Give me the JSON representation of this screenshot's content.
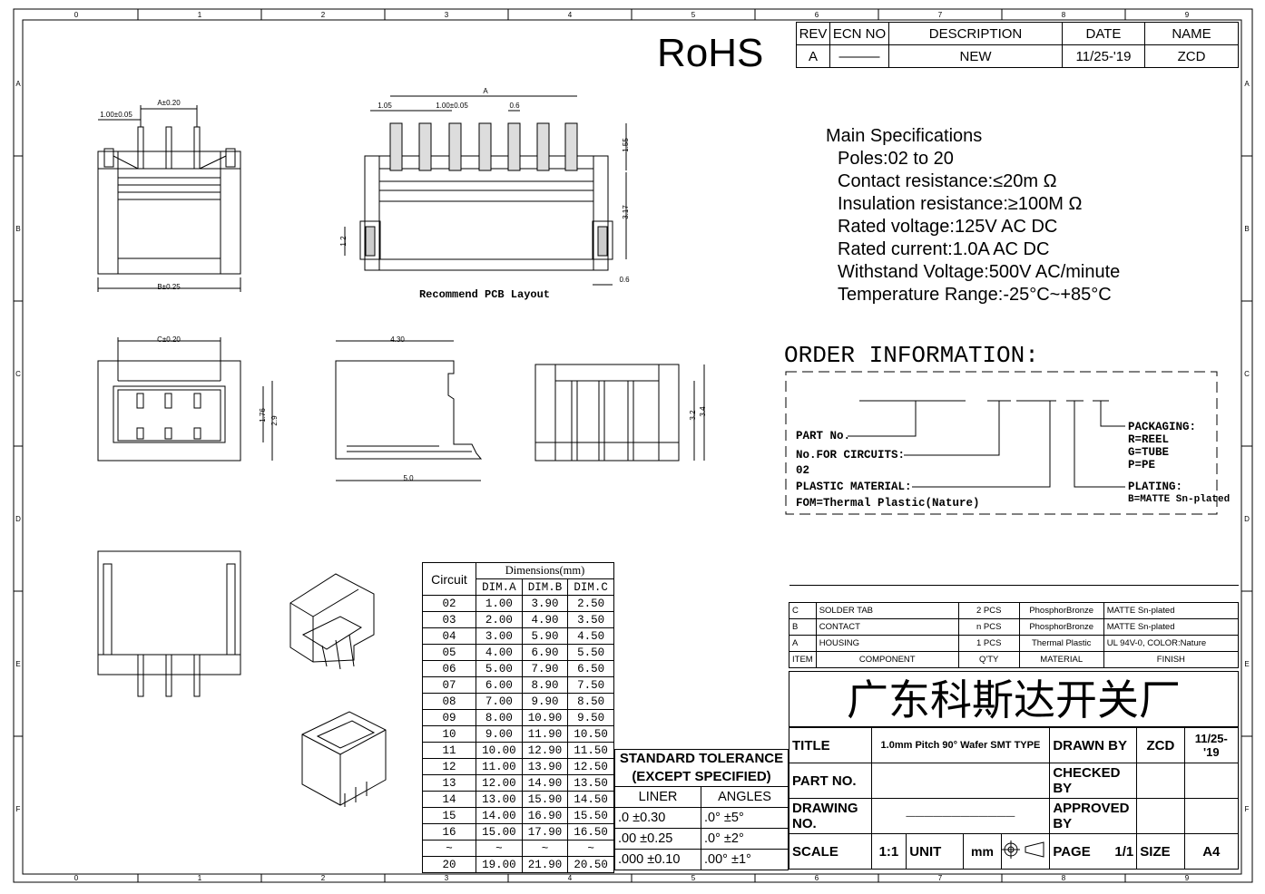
{
  "border": {
    "columns": [
      "0",
      "1",
      "2",
      "3",
      "4",
      "5",
      "6",
      "7",
      "8",
      "9"
    ],
    "rows": [
      "A",
      "B",
      "C",
      "D",
      "E",
      "F"
    ]
  },
  "rohs": "RoHS",
  "revision": {
    "headers": [
      "REV",
      "ECN NO",
      "DESCRIPTION",
      "DATE",
      "NAME"
    ],
    "row": [
      "A",
      "———",
      "NEW",
      "11/25-'19",
      "ZCD"
    ]
  },
  "specs": {
    "title": "Main Specifications",
    "items": [
      "Poles:02 to 20",
      "Contact resistance:≤20m Ω",
      "Insulation resistance:≥100M Ω",
      "Rated voltage:125V AC DC",
      "Rated current:1.0A AC DC",
      "Withstand Voltage:500V AC/minute",
      "Temperature Range:-25°C~+85°C"
    ]
  },
  "order": {
    "title": "ORDER INFORMATION:",
    "part_no": "PART No.",
    "circuits": "No.FOR CIRCUITS:",
    "circuits_val": "02",
    "material": "PLASTIC MATERIAL:",
    "material_val": "FOM=Thermal Plastic(Nature)",
    "packaging": "PACKAGING:",
    "pack_r": "R=REEL",
    "pack_g": "G=TUBE",
    "pack_p": "P=PE",
    "plating": "PLATING:",
    "plating_val": "B=MATTE Sn-plated"
  },
  "drawing_labels": {
    "top_a": "A±0.20",
    "top_pitch": "1.00±0.05",
    "top_b": "B±0.25",
    "pcb_a": "A",
    "pcb_105": "1.05",
    "pcb_pitch": "1.00±0.05",
    "pcb_06a": "0.6",
    "pcb_155": "1.55",
    "pcb_317": "3.17",
    "pcb_12": "1.2",
    "pcb_06b": "0.6",
    "pcb_caption": "Recommend PCB Layout",
    "front_c": "C±0.20",
    "front_176": "1.76",
    "front_29": "2.9",
    "side_430": "4.30",
    "side_50": "5.0",
    "back_32": "3.2",
    "back_34": "3.4"
  },
  "dimensions": {
    "circuit_header": "Circuit",
    "dim_header": "Dimensions(mm)",
    "col_headers": [
      "DIM.A",
      "DIM.B",
      "DIM.C"
    ],
    "rows": [
      [
        "02",
        "1.00",
        "3.90",
        "2.50"
      ],
      [
        "03",
        "2.00",
        "4.90",
        "3.50"
      ],
      [
        "04",
        "3.00",
        "5.90",
        "4.50"
      ],
      [
        "05",
        "4.00",
        "6.90",
        "5.50"
      ],
      [
        "06",
        "5.00",
        "7.90",
        "6.50"
      ],
      [
        "07",
        "6.00",
        "8.90",
        "7.50"
      ],
      [
        "08",
        "7.00",
        "9.90",
        "8.50"
      ],
      [
        "09",
        "8.00",
        "10.90",
        "9.50"
      ],
      [
        "10",
        "9.00",
        "11.90",
        "10.50"
      ],
      [
        "11",
        "10.00",
        "12.90",
        "11.50"
      ],
      [
        "12",
        "11.00",
        "13.90",
        "12.50"
      ],
      [
        "13",
        "12.00",
        "14.90",
        "13.50"
      ],
      [
        "14",
        "13.00",
        "15.90",
        "14.50"
      ],
      [
        "15",
        "14.00",
        "16.90",
        "15.50"
      ],
      [
        "16",
        "15.00",
        "17.90",
        "16.50"
      ],
      [
        "~",
        "~",
        "~",
        "~"
      ],
      [
        "20",
        "19.00",
        "21.90",
        "20.50"
      ]
    ]
  },
  "tolerance": {
    "title1": "STANDARD TOLERANCE",
    "title2": "(EXCEPT SPECIFIED)",
    "liner": "LINER",
    "angles": "ANGLES",
    "rows": [
      [
        ".0  ±0.30",
        ".0°  ±5°"
      ],
      [
        ".00  ±0.25",
        ".0°  ±2°"
      ],
      [
        ".000 ±0.10",
        ".00° ±1°"
      ]
    ]
  },
  "bom": {
    "rows": [
      [
        "C",
        "SOLDER TAB",
        "2 PCS",
        "PhosphorBronze",
        "MATTE Sn-plated"
      ],
      [
        "B",
        "CONTACT",
        "n PCS",
        "PhosphorBronze",
        "MATTE Sn-plated"
      ],
      [
        "A",
        "HOUSING",
        "1 PCS",
        "Thermal Plastic",
        "UL 94V-0, COLOR:Nature"
      ]
    ],
    "headers": [
      "ITEM",
      "COMPONENT",
      "Q'TY",
      "MATERIAL",
      "FINISH"
    ]
  },
  "title_block": {
    "company": "广东科斯达开关厂",
    "title_label": "TITLE",
    "title_value": "1.0mm Pitch 90° Wafer SMT TYPE",
    "drawn_by_label": "DRAWN BY",
    "drawn_by": "ZCD",
    "drawn_date": "11/25-'19",
    "part_no_label": "PART NO.",
    "checked_by_label": "CHECKED BY",
    "drawing_no_label": "DRAWING NO.",
    "drawing_no_value": "————————————",
    "approved_by_label": "APPROVED BY",
    "scale_label": "SCALE",
    "scale_value": "1:1",
    "unit_label": "UNIT",
    "unit_value": "mm",
    "page_label": "PAGE",
    "page_value": "1/1",
    "size_label": "SIZE",
    "size_value": "A4"
  }
}
